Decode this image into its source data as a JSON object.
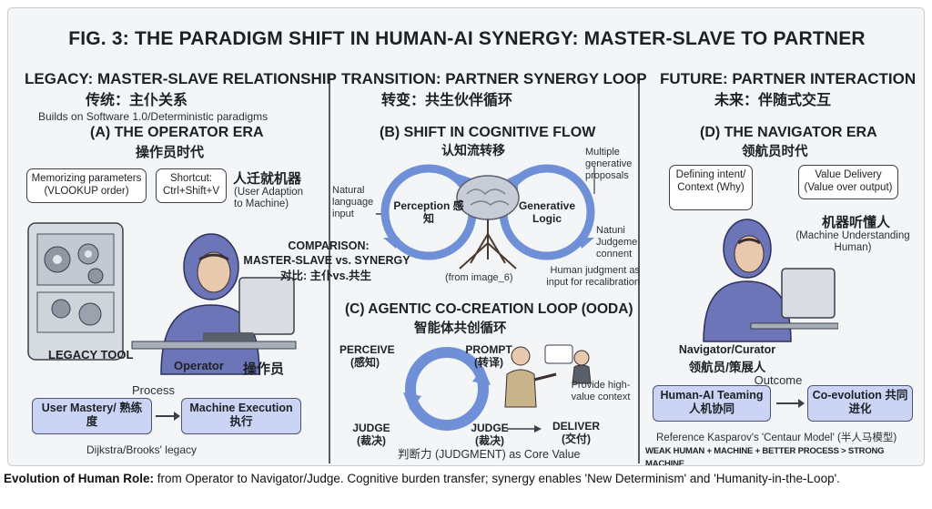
{
  "title": "FIG. 3: THE PARADIGM SHIFT IN HUMAN-AI SYNERGY: MASTER-SLAVE TO PARTNER",
  "legacy": {
    "heading": "LEGACY: MASTER-SLAVE RELATIONSHIP",
    "heading_zh": "传统：主仆关系",
    "subtitle": "Builds on Software 1.0/Deterministic paradigms",
    "era_title": "(A) THE OPERATOR ERA",
    "era_zh": "操作员时代",
    "bubble1": "Memorizing parameters (VLOOKUP order)",
    "bubble2": "Shortcut: Ctrl+Shift+V",
    "adapt_zh": "人迁就机器",
    "adapt_en": "(User Adaption to Machine)",
    "legacy_tool": "LEGACY TOOL",
    "operator": "Operator",
    "operator_zh": "操作员",
    "process": "Process",
    "box1": "User Mastery/ 熟练度",
    "box2": "Machine Execution 执行",
    "footnote": "Dijkstra/Brooks' legacy"
  },
  "comparison": {
    "line1": "COMPARISON:",
    "line2": "MASTER-SLAVE vs. SYNERGY",
    "zh": "对比: 主仆vs.共生"
  },
  "transition": {
    "heading": "TRANSITION: PARTNER SYNERGY LOOP",
    "heading_zh": "转变：共生伙伴循环",
    "b_title": "(B) SHIFT IN COGNITIVE FLOW",
    "b_zh": "认知流转移",
    "natural_input": "Natural language input",
    "perception": "Perception 感知",
    "generative": "Generative Logic",
    "multiple": "Multiple generative proposals",
    "natuni": "Natuni Judgeme connent",
    "human_judgment": "Human judgment as input for recalibration",
    "from_image": "(from image_6)",
    "c_title": "(C) AGENTIC CO-CREATION LOOP (OODA)",
    "c_zh": "智能体共创循环",
    "perceive": "PERCEIVE (感知)",
    "prompt": "PROMPT (转译)",
    "provide": "Provide high-value context",
    "judge_left": "JUDGE (裁决)",
    "judge_mid": "JUDGE (裁决)",
    "deliver": "DELIVER (交付)",
    "core_value": "判断力 (JUDGMENT) as Core Value"
  },
  "future": {
    "heading": "FUTURE: PARTNER INTERACTION",
    "heading_zh": "未来：伴随式交互",
    "d_title": "(D) THE NAVIGATOR ERA",
    "d_zh": "领航员时代",
    "bubble1": "Defining intent/ Context (Why)",
    "bubble2": "Value Delivery (Value over output)",
    "machine_zh": "机器听懂人",
    "machine_en": "(Machine Understanding Human)",
    "navigator": "Navigator/Curator",
    "navigator_zh": "领航员/策展人",
    "outcome": "Outcome",
    "box1": "Human-AI Teaming 人机协同",
    "box2": "Co-evolution 共同进化",
    "reference": "Reference Kasparov's 'Centaur Model' (半人马模型)",
    "formula": "WEAK HUMAN + MACHINE + BETTER PROCESS > STRONG MACHINE"
  },
  "caption": {
    "bold": "Evolution of Human Role:",
    "text": " from Operator to Navigator/Judge. Cognitive burden transfer; synergy enables 'New Determinism' and 'Humanity-in-the-Loop'."
  },
  "colors": {
    "background": "#f3f5f7",
    "box_fill": "#cbd4f4",
    "arrow_blue": "#6f8fd6",
    "hoodie": "#6c75b8",
    "ink": "#1d2126"
  }
}
